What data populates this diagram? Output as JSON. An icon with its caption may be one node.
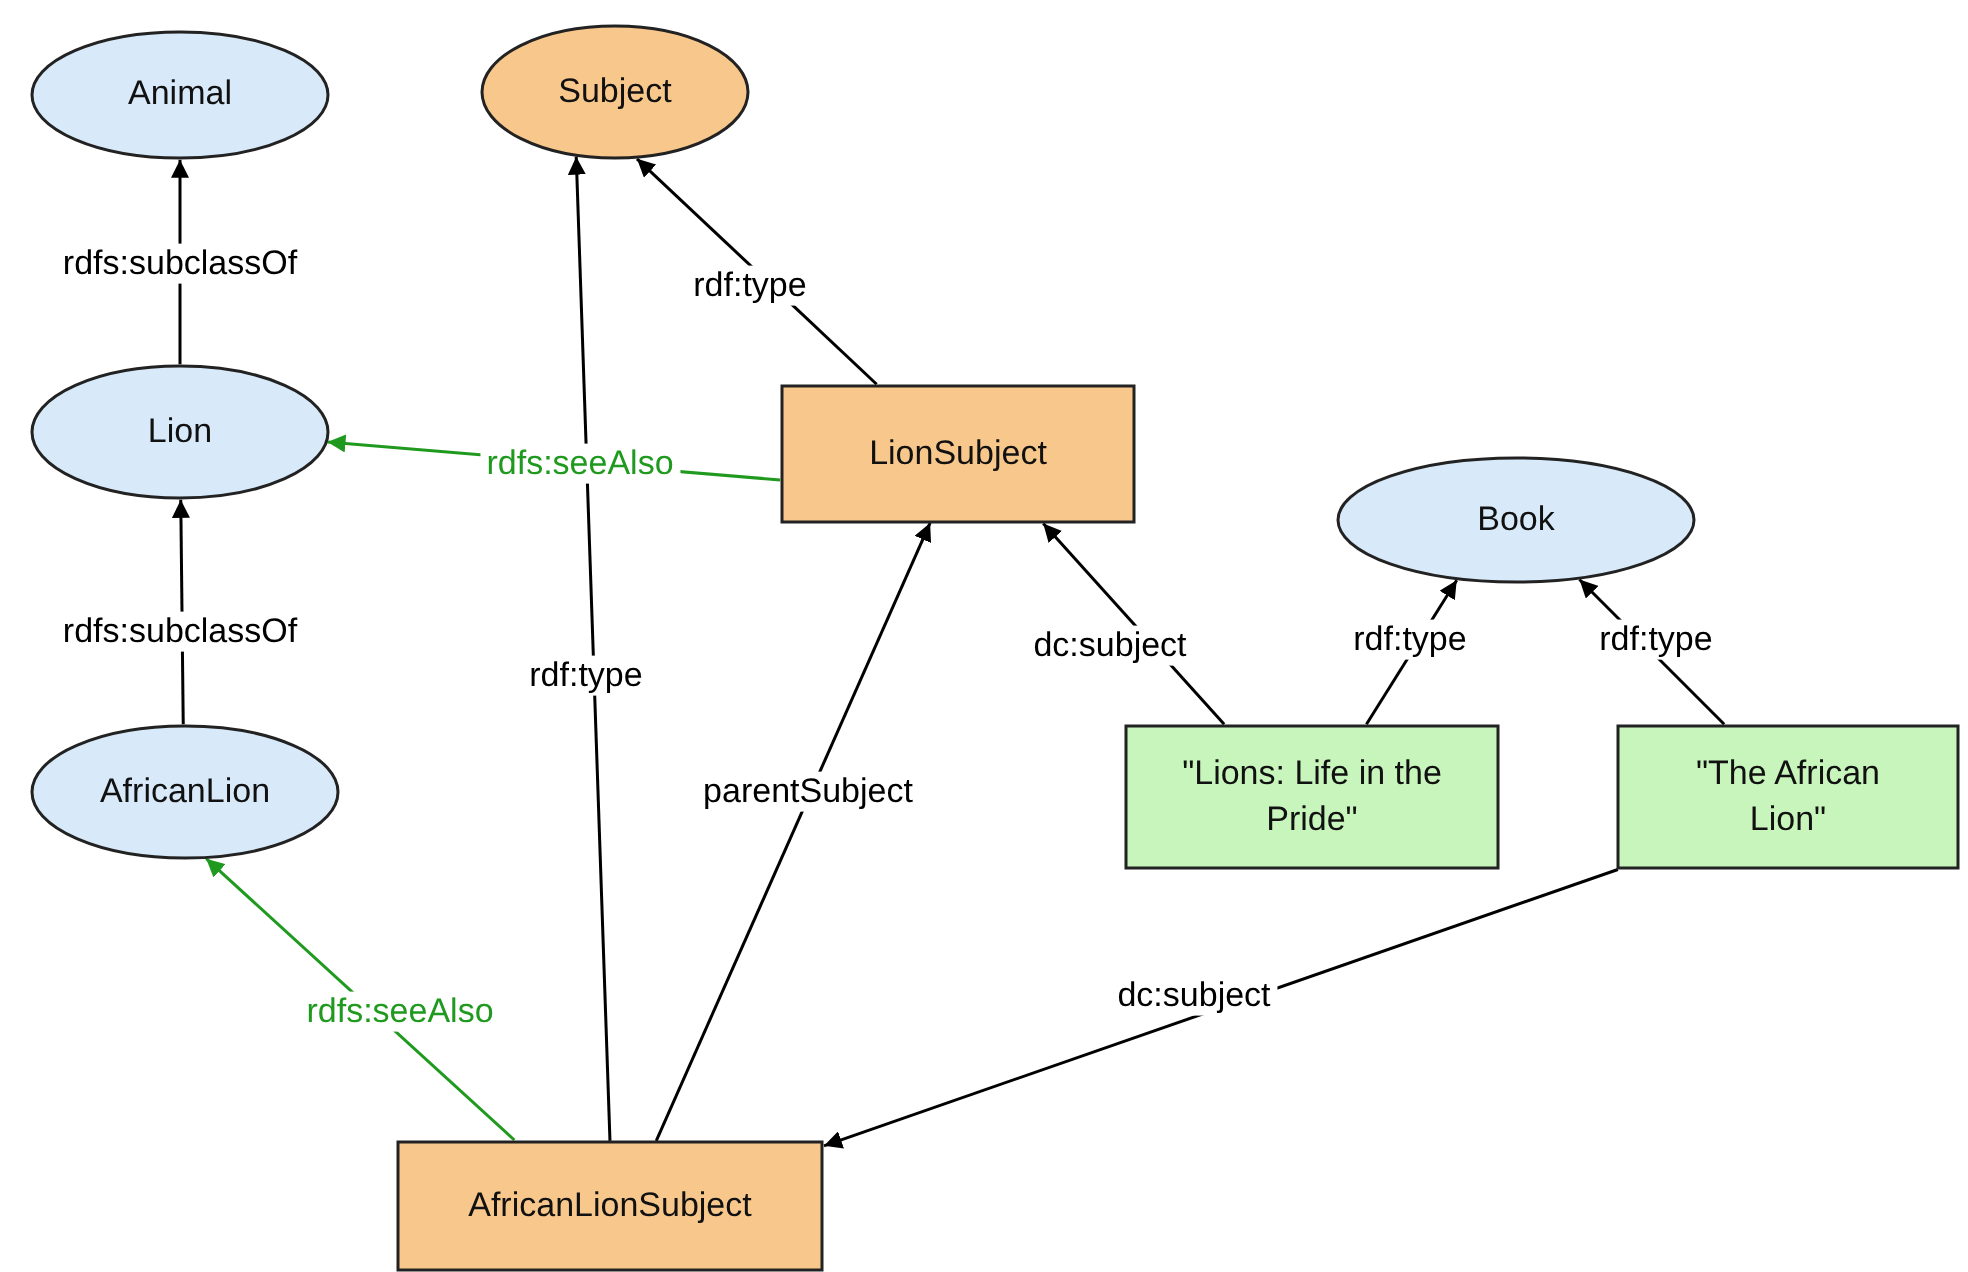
{
  "diagram": {
    "nodes": [
      {
        "text": [
          "Animal"
        ]
      },
      {
        "text": [
          "Subject"
        ]
      },
      {
        "text": [
          "Lion"
        ]
      },
      {
        "text": [
          "LionSubject"
        ]
      },
      {
        "text": [
          "Book"
        ]
      },
      {
        "text": [
          "AfricanLion"
        ]
      },
      {
        "text": [
          "\"Lions: Life in the Pride\""
        ]
      },
      {
        "text": [
          "\"The African Lion\""
        ]
      },
      {
        "text": [
          "AfricanLionSubject"
        ]
      }
    ],
    "edges": [
      {
        "from": 2,
        "to": 0,
        "arrow": "to",
        "label": "rdfs:subclassOf"
      },
      {
        "from": 5,
        "to": 2,
        "arrow": "to",
        "label": "rdfs:subclassOf"
      },
      {
        "from": 3,
        "to": 1,
        "arrow": "to",
        "label": "rdf:type"
      },
      {
        "from": 3,
        "to": 2,
        "arrow": "to",
        "label": "rdfs:seeAlso",
        "color": "#1f9a1f"
      },
      {
        "from": 8,
        "to": 1,
        "arrow": "to",
        "label": "rdf:type"
      },
      {
        "from": 8,
        "to": 3,
        "arrow": "to",
        "label": "parentSubject"
      },
      {
        "from": 6,
        "to": 3,
        "arrow": "to",
        "label": "dc:subject"
      },
      {
        "from": 6,
        "to": 4,
        "arrow": "to",
        "label": "rdf:type"
      },
      {
        "from": 7,
        "to": 4,
        "arrow": "to",
        "label": "rdf:type"
      },
      {
        "from": 8,
        "to": 5,
        "arrow": "to",
        "label": "rdfs:seeAlso",
        "color": "#1f9a1f"
      },
      {
        "from": 7,
        "to": 8,
        "arrow": "to",
        "label": "dc:subject"
      }
    ]
  }
}
